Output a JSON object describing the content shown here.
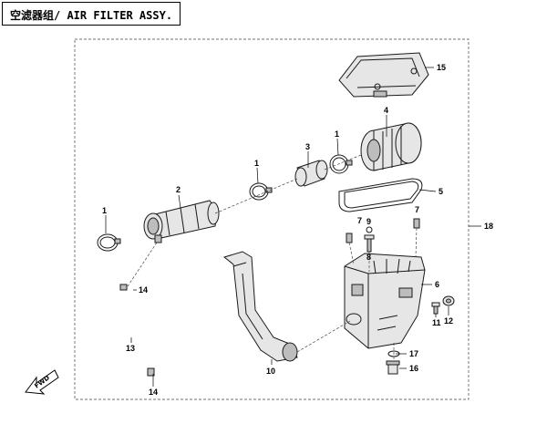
{
  "title": "空滤器组/ AIR FILTER ASSY.",
  "callouts": {
    "c1a": "1",
    "c1b": "1",
    "c1c": "1",
    "c2": "2",
    "c3": "3",
    "c4": "4",
    "c5": "5",
    "c6": "6",
    "c7a": "7",
    "c7b": "7",
    "c8": "8",
    "c9": "9",
    "c10": "10",
    "c11": "11",
    "c12": "12",
    "c13": "13",
    "c14a": "14",
    "c14b": "14",
    "c15": "15",
    "c16": "16",
    "c17": "17",
    "c18": "18"
  },
  "fwd_label": "FWD"
}
